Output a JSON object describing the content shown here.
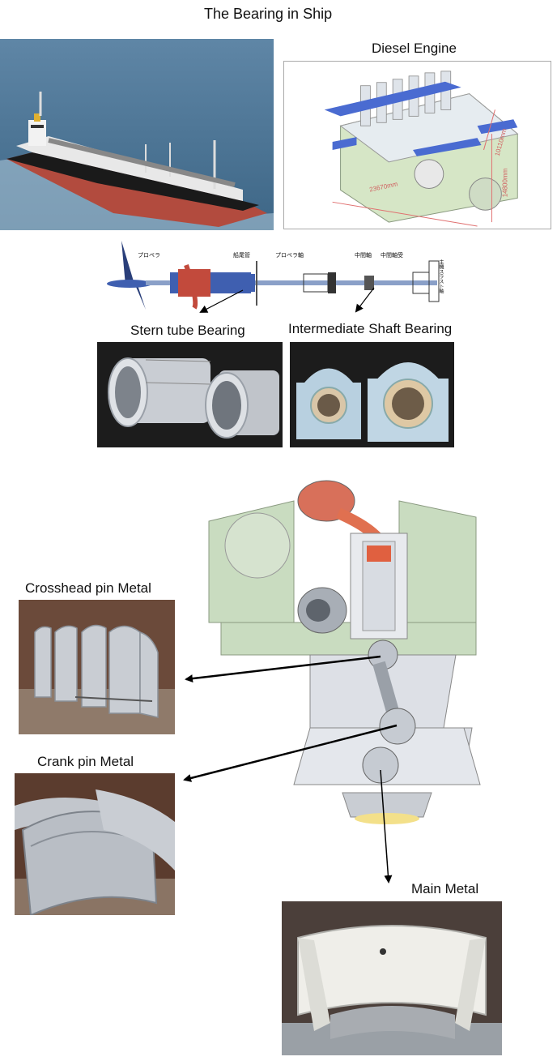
{
  "title": "The Bearing in Ship",
  "labels": {
    "diesel_engine": "Diesel Engine",
    "stern_tube_bearing": "Stern tube Bearing",
    "intermediate_shaft_bearing": "Intermediate Shaft Bearing",
    "crosshead_pin_metal": "Crosshead pin Metal",
    "crank_pin_metal": "Crank pin Metal",
    "main_metal": "Main Metal"
  },
  "engine_drawing": {
    "dim_length": "23670mm",
    "dim_width": "10110mm",
    "dim_height": "14800mm"
  },
  "shaft_drawing": {
    "labels": [
      "プロペラ",
      "船尾管",
      "プロペラ軸",
      "中間軸",
      "中間軸受",
      "主機スラスト軸"
    ]
  },
  "colors": {
    "engine_green": "#c9dcc0",
    "engine_blue": "#4a6bd1",
    "shaft_red": "#c24a3c",
    "shaft_blue": "#3f5fb0",
    "metal_silver": "#c9cdd3",
    "photo_dark": "#1c1c1c",
    "arrow": "#000000"
  }
}
